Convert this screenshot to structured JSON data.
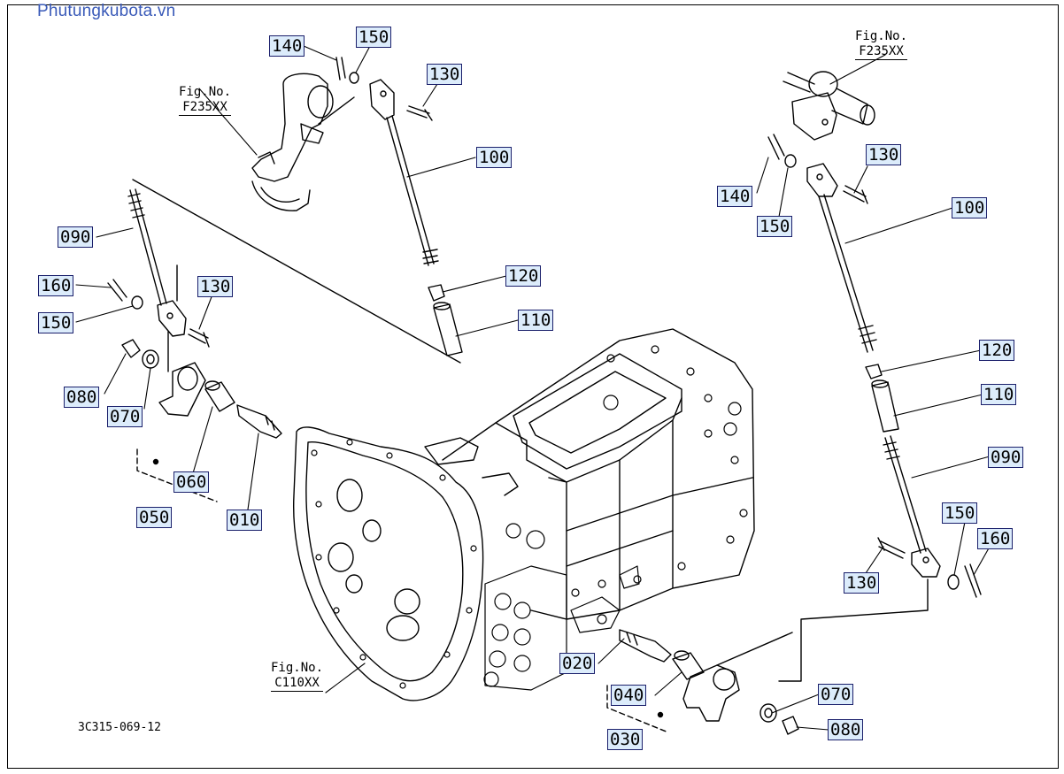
{
  "watermark": "Phutungkubota.vn",
  "diagram_code": "3C315-069-12",
  "fig_refs": {
    "left_top": {
      "title": "Fig.No.",
      "number": "F235XX"
    },
    "right_top": {
      "title": "Fig.No.",
      "number": "F235XX"
    },
    "bottom": {
      "title": "Fig.No.",
      "number": "C110XX"
    }
  },
  "callouts": {
    "l140": "140",
    "l150a": "150",
    "l130a": "130",
    "l100a": "100",
    "l120a": "120",
    "l110a": "110",
    "l090a": "090",
    "l160a": "160",
    "l150b": "150",
    "l130b": "130",
    "l080a": "080",
    "l070a": "070",
    "l060": "060",
    "l050": "050",
    "l010": "010",
    "r140": "140",
    "r150a": "150",
    "r130a": "130",
    "r100": "100",
    "r120": "120",
    "r110": "110",
    "r090": "090",
    "r150b": "150",
    "r160": "160",
    "r130b": "130",
    "r020": "020",
    "r040": "040",
    "r030": "030",
    "r070": "070",
    "r080": "080"
  },
  "colors": {
    "label_fill": "#dcecfb",
    "label_border": "#1a1f6b",
    "watermark": "#3a5ab8",
    "line": "#000000"
  }
}
